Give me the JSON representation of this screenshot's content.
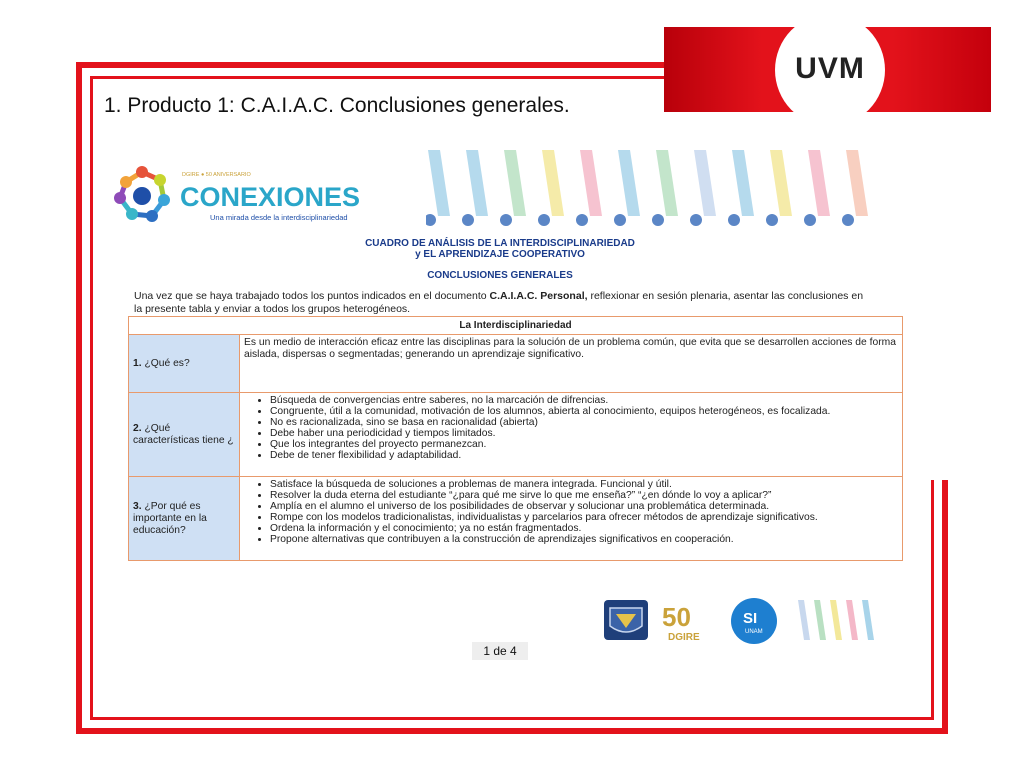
{
  "title": "1. Producto 1: C.A.I.A.C. Conclusiones generales.",
  "brand": {
    "logo_text": "UVM",
    "colors": {
      "red": "#e3121b",
      "blue_heading": "#1a3b8a",
      "table_border": "#e89a6c",
      "question_bg": "#cfe0f4"
    }
  },
  "document": {
    "logo": {
      "tagline_top": "DGIRE ● 50 ANIVERSARIO",
      "name": "CONEXIONES",
      "subtitle": "Una mirada desde la interdisciplinariedad"
    },
    "heading_line1": "CUADRO DE ANÁLISIS DE LA INTERDISCIPLINARIEDAD",
    "heading_line2": "y   EL APRENDIZAJE COOPERATIVO",
    "subheading": "CONCLUSIONES GENERALES",
    "intro_before": "Una vez que se haya trabajado todos los puntos indicados en el documento ",
    "intro_bold": "C.A.I.A.C. Personal,",
    "intro_after": " reflexionar en sesión plenaria,  asentar las conclusiones en la presente tabla y enviar a todos los grupos heterogéneos.",
    "table": {
      "header": "La Interdisciplinariedad",
      "rows": [
        {
          "number": "1.",
          "question": "¿Qué es?",
          "answer": "Es un medio de interacción eficaz entre las disciplinas para la solución de un problema común, que evita que se desarrollen acciones de forma aislada, dispersas o segmentadas; generando un aprendizaje significativo."
        },
        {
          "number": "2.",
          "question": "¿Qué características tiene ¿",
          "bullets": [
            "Búsqueda de convergencias entre saberes, no la marcación de difrencias.",
            "Congruente, útil a la comunidad, motivación de los alumnos, abierta al conocimiento, equipos heterogéneos, es focalizada.",
            "No es racionalizada, sino se basa en racionalidad (abierta)",
            "Debe haber una periodicidad y tiempos limitados.",
            "Que los integrantes del proyecto permanezcan.",
            "Debe de tener flexibilidad y adaptabilidad."
          ]
        },
        {
          "number": "3.",
          "question": "¿Por qué es importante en la educación?",
          "bullets": [
            "Satisface la búsqueda de soluciones a problemas de manera integrada. Funcional y útil.",
            "Resolver la duda eterna del estudiante “¿para qué me sirve lo que me enseña?” “¿en dónde lo voy a aplicar?”",
            "Amplía en el alumno el universo de los posibilidades de observar y solucionar una problemática determinada.",
            "Rompe con los modelos tradicionalistas, individualistas y parcelarios para ofrecer métodos de aprendizaje significativos.",
            "Ordena la información y el conocimiento; ya no están fragmentados.",
            "Propone alternativas que contribuyen a la construcción de aprendizajes significativos en cooperación."
          ]
        }
      ]
    },
    "page_indicator": "1 de 4",
    "footer": {
      "logo_50_number": "50",
      "logo_50_text": "DGIRE",
      "si_text_big": "SI",
      "si_text_small": "UNAM"
    }
  }
}
